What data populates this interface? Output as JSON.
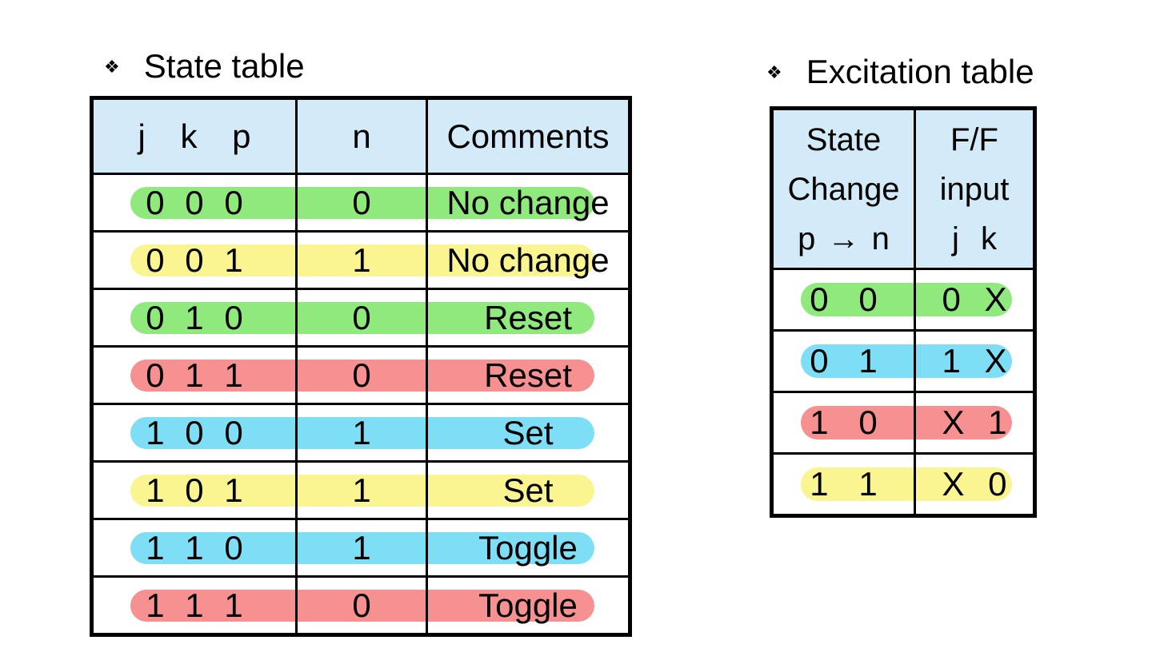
{
  "colors": {
    "header_bg": "#D3EAF8",
    "green": "#8FE97C",
    "yellow": "#FAF590",
    "red": "#F79090",
    "cyan": "#7EDEF5",
    "border": "#000000"
  },
  "state_table": {
    "bullet": "❖",
    "title": "State table",
    "headers": [
      "j k p",
      "n",
      "Comments"
    ],
    "rows": [
      {
        "jkp": "0 0 0",
        "n": "0",
        "comment": "No change",
        "highlight": "green"
      },
      {
        "jkp": "0 0 1",
        "n": "1",
        "comment": "No change",
        "highlight": "yellow"
      },
      {
        "jkp": "0 1 0",
        "n": "0",
        "comment": "Reset",
        "highlight": "green"
      },
      {
        "jkp": "0 1 1",
        "n": "0",
        "comment": "Reset",
        "highlight": "red"
      },
      {
        "jkp": "1 0 0",
        "n": "1",
        "comment": "Set",
        "highlight": "cyan"
      },
      {
        "jkp": "1 0 1",
        "n": "1",
        "comment": "Set",
        "highlight": "yellow"
      },
      {
        "jkp": "1 1 0",
        "n": "1",
        "comment": "Toggle",
        "highlight": "cyan"
      },
      {
        "jkp": "1 1 1",
        "n": "0",
        "comment": "Toggle",
        "highlight": "red"
      }
    ]
  },
  "excitation_table": {
    "bullet": "❖",
    "title": "Excitation table",
    "headers": {
      "col1": [
        "State",
        "Change",
        "p → n"
      ],
      "col2": [
        "F/F",
        "input",
        "j k"
      ]
    },
    "rows": [
      {
        "pn": "0 0",
        "jk": "0 X",
        "highlight": "green"
      },
      {
        "pn": "0 1",
        "jk": "1 X",
        "highlight": "cyan"
      },
      {
        "pn": "1 0",
        "jk": "X 1",
        "highlight": "red"
      },
      {
        "pn": "1 1",
        "jk": "X 0",
        "highlight": "yellow"
      }
    ]
  }
}
